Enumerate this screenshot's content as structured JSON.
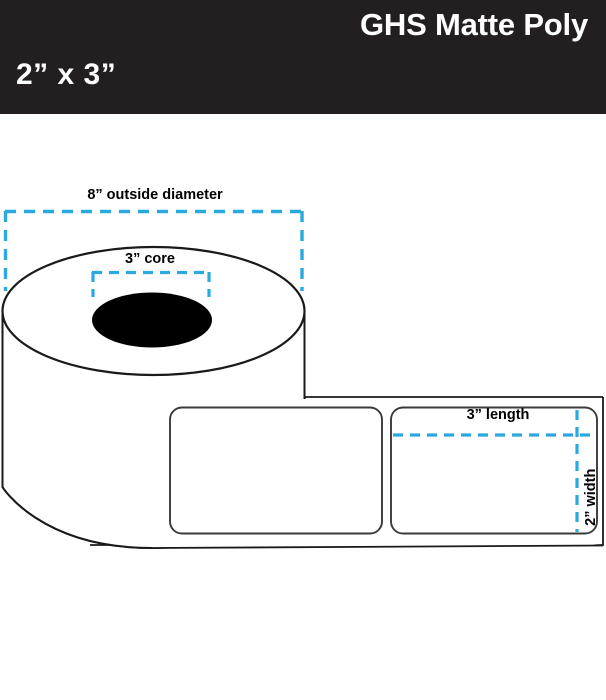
{
  "header": {
    "product_title": "GHS Matte Poly",
    "product_size": "2” x 3”",
    "background_color": "#231f20",
    "text_color": "#ffffff"
  },
  "diagram": {
    "type": "label-roll-spec-illustration",
    "accent_color": "#29a9e0",
    "outline_color": "#1a1a1a",
    "core_fill_color": "#000000",
    "dimensions": {
      "outside_diameter": "8” outside diameter",
      "core": "3” core",
      "label_length": "3” length",
      "label_width": "2” width"
    },
    "parts": {
      "roll_body": "roll-cylinder",
      "roll_top_face": "roll-top-ellipse",
      "roll_core_hole": "roll-core-hole",
      "web_strip": "label-web-strip",
      "labels": [
        {
          "name": "label-blank-1"
        },
        {
          "name": "label-dimensioned-2"
        }
      ]
    }
  }
}
